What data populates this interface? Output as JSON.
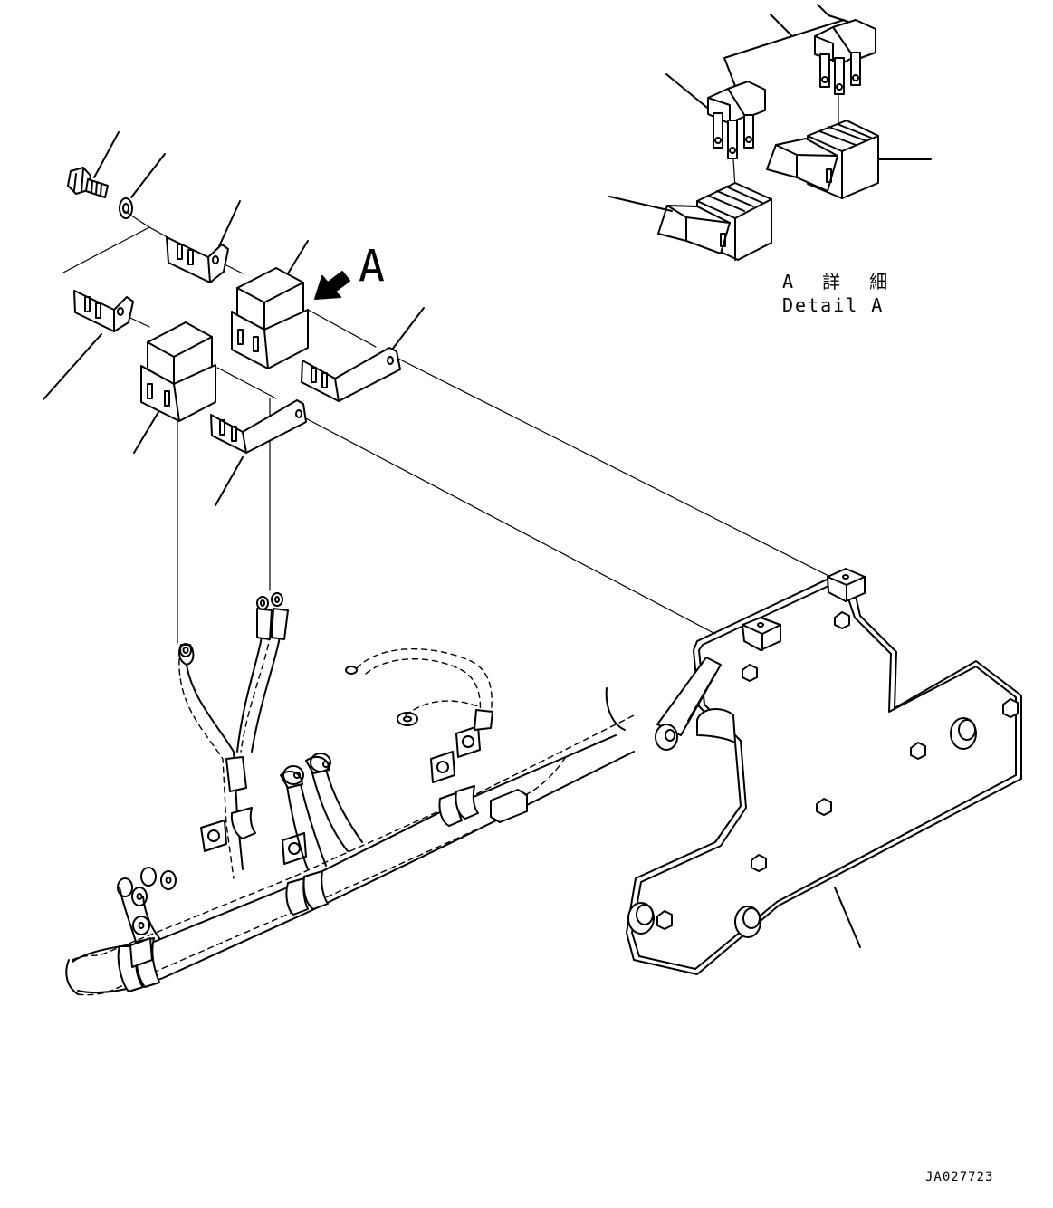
{
  "drawing": {
    "view_label": "A",
    "detail_label_jp": "A 詳 細",
    "detail_label_en": "Detail A",
    "drawing_code": "JA027723"
  }
}
